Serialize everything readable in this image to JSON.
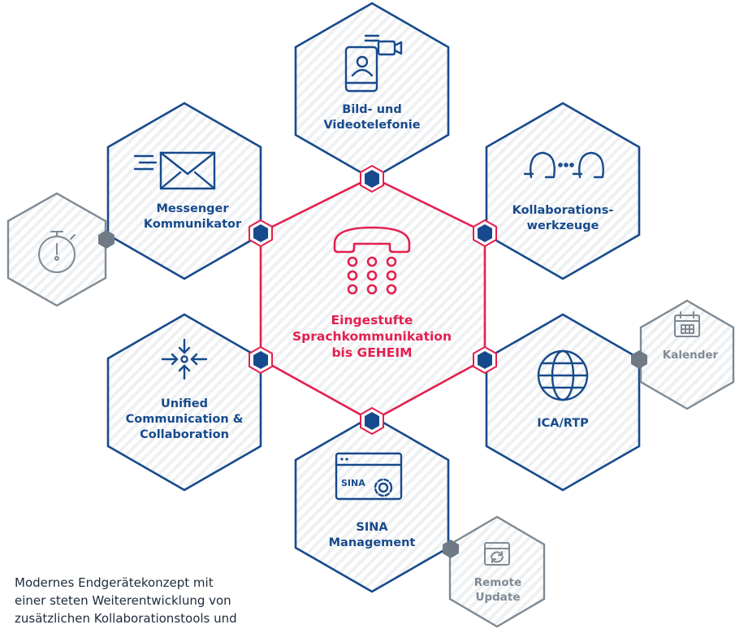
{
  "center": {
    "label": "Eingestufte\nSprachkommunikation\nbis GEHEIM",
    "icon": "phone-keypad-icon"
  },
  "nodes": [
    {
      "id": "bild",
      "label": "Bild- und\nVideotelefonie",
      "icon": "video-phone-icon"
    },
    {
      "id": "messenger",
      "label": "Messenger\nKommunikator",
      "icon": "envelope-icon"
    },
    {
      "id": "kollab",
      "label": "Kollaborations-\nwerkzeuge",
      "icon": "people-connect-icon"
    },
    {
      "id": "unified",
      "label": "Unified\nCommunication &\nCollaboration",
      "icon": "converge-arrows-icon"
    },
    {
      "id": "ica",
      "label": "ICA/RTP",
      "icon": "globe-icon"
    },
    {
      "id": "sina",
      "label": "SINA\nManagement",
      "icon": "sina-settings-window-icon"
    }
  ],
  "satellites": [
    {
      "id": "stopwatch",
      "label": "",
      "icon": "stopwatch-icon"
    },
    {
      "id": "kalender",
      "label": "Kalender",
      "icon": "calendar-icon"
    },
    {
      "id": "remote",
      "label": "Remote\nUpdate",
      "icon": "refresh-window-icon"
    }
  ],
  "sina_text": "SINA",
  "footer": "Modernes Endgerätekonzept mit\neiner steten Weiterentwicklung von\nzusätzlichen Kollaborationstools und",
  "colors": {
    "blue": "#174a8c",
    "red": "#e3204f",
    "gray": "#7f8a94"
  }
}
